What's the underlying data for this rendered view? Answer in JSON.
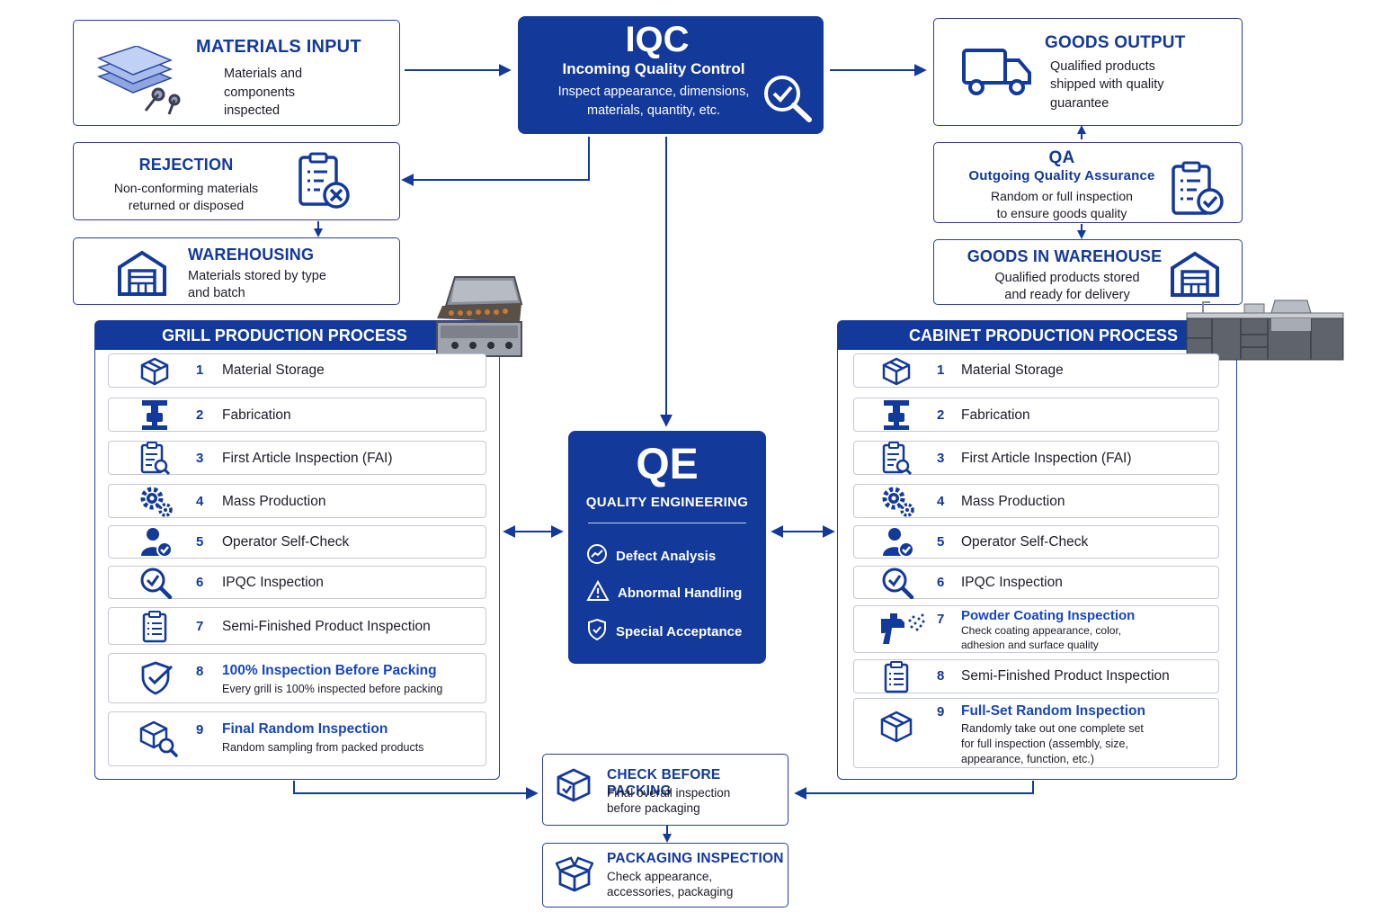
{
  "colors": {
    "primary": "#13399b",
    "accent": "#1746c2",
    "border": "#2b3d9c"
  },
  "materials_input": {
    "title": "MATERIALS INPUT",
    "text_lines": [
      "Materials and",
      "components",
      "inspected"
    ],
    "icon": "material-sheets-icon"
  },
  "iqc": {
    "big": "IQC",
    "title": "Incoming Quality Control",
    "desc_lines": [
      "Inspect appearance, dimensions,",
      "materials, quantity, etc."
    ],
    "icon": "magnifier-check-icon"
  },
  "goods_output": {
    "title": "GOODS OUTPUT",
    "text_lines": [
      "Qualified products",
      "shipped with quality",
      "guarantee"
    ],
    "icon": "truck-icon"
  },
  "rejection": {
    "title": "REJECTION",
    "text_lines": [
      "Non-conforming materials",
      "returned or disposed"
    ],
    "icon": "clipboard-reject-icon"
  },
  "warehousing": {
    "title": "WAREHOUSING",
    "text_lines": [
      "Materials stored by type",
      "and batch"
    ],
    "icon": "warehouse-icon"
  },
  "qa": {
    "title": "QA",
    "subtitle": "Outgoing Quality Assurance",
    "text_lines": [
      "Random or full inspection",
      "to ensure goods quality"
    ],
    "icon": "clipboard-check-icon"
  },
  "goods_in_warehouse": {
    "title": "GOODS IN WAREHOUSE",
    "text_lines": [
      "Qualified products stored",
      "and ready for delivery"
    ],
    "icon": "warehouse-icon"
  },
  "grill": {
    "title": "GRILL PRODUCTION PROCESS",
    "steps": [
      {
        "num": "1",
        "label": "Material Storage",
        "icon": "box-icon"
      },
      {
        "num": "2",
        "label": "Fabrication",
        "icon": "press-machine-icon"
      },
      {
        "num": "3",
        "label": "First Article Inspection (FAI)",
        "icon": "clipboard-search-icon"
      },
      {
        "num": "4",
        "label": "Mass Production",
        "icon": "gears-icon"
      },
      {
        "num": "5",
        "label": "Operator Self-Check",
        "icon": "operator-check-icon"
      },
      {
        "num": "6",
        "label": "IPQC Inspection",
        "icon": "magnifier-check-icon"
      },
      {
        "num": "7",
        "label": "Semi-Finished Product Inspection",
        "icon": "clipboard-list-icon"
      },
      {
        "num": "8",
        "label": "100% Inspection Before Packing",
        "sub": [
          "Every grill is 100% inspected before packing"
        ],
        "icon": "shield-check-icon"
      },
      {
        "num": "9",
        "label": "Final Random Inspection",
        "sub": [
          "Random sampling from packed products"
        ],
        "icon": "box-search-icon"
      }
    ]
  },
  "cabinet": {
    "title": "CABINET PRODUCTION PROCESS",
    "steps": [
      {
        "num": "1",
        "label": "Material Storage",
        "icon": "box-icon"
      },
      {
        "num": "2",
        "label": "Fabrication",
        "icon": "press-machine-icon"
      },
      {
        "num": "3",
        "label": "First Article Inspection (FAI)",
        "icon": "clipboard-search-icon"
      },
      {
        "num": "4",
        "label": "Mass Production",
        "icon": "gears-icon"
      },
      {
        "num": "5",
        "label": "Operator Self-Check",
        "icon": "operator-check-icon"
      },
      {
        "num": "6",
        "label": "IPQC Inspection",
        "icon": "magnifier-check-icon"
      },
      {
        "num": "7",
        "label": "Powder Coating Inspection",
        "sub": [
          "Check coating appearance, color,",
          "adhesion and surface quality"
        ],
        "icon": "spray-gun-icon"
      },
      {
        "num": "8",
        "label": "Semi-Finished Product Inspection",
        "icon": "clipboard-list-icon"
      },
      {
        "num": "9",
        "label": "Full-Set Random Inspection",
        "sub": [
          "Randomly take out one complete set",
          "for full inspection (assembly, size,",
          "appearance, function, etc.)"
        ],
        "icon": "box-icon"
      }
    ]
  },
  "qe": {
    "big": "QE",
    "title": "QUALITY ENGINEERING",
    "items": [
      {
        "label": "Defect Analysis",
        "icon": "chart-circle-icon"
      },
      {
        "label": "Abnormal Handling",
        "icon": "warning-icon"
      },
      {
        "label": "Special Acceptance",
        "icon": "shield-check-icon"
      }
    ]
  },
  "check_before_packing": {
    "title": "CHECK BEFORE PACKING",
    "text_lines": [
      "Final overall inspection",
      "before packaging"
    ],
    "icon": "box-check-icon"
  },
  "packaging_inspection": {
    "title": "PACKAGING INSPECTION",
    "text_lines": [
      "Check appearance,",
      "accessories, packaging"
    ],
    "icon": "open-box-icon"
  }
}
